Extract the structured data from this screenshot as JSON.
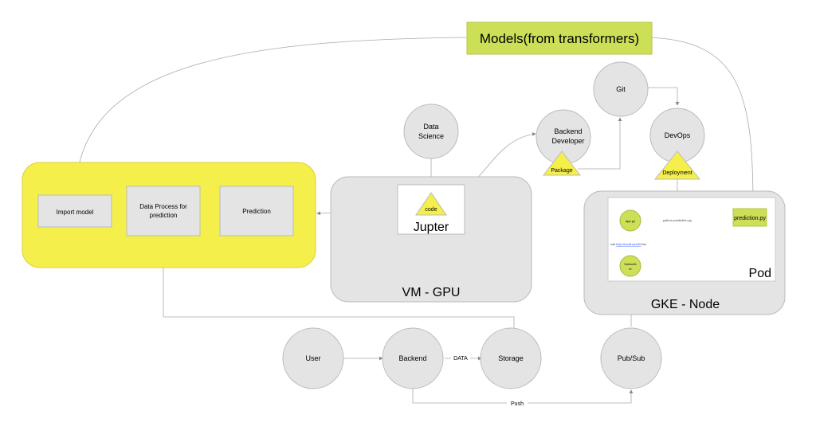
{
  "models": "Models(from transformers)",
  "yellow_group": {
    "import": "Import model",
    "process1": "Data Process for",
    "process2": "prediction",
    "prediction": "Prediction"
  },
  "vm": {
    "label": "VM - GPU",
    "jupyter": "Jupter",
    "code": "code"
  },
  "data_science": {
    "l1": "Data",
    "l2": "Science"
  },
  "backend_dev": {
    "l1": "Backend",
    "l2": "Developer",
    "package": "Package"
  },
  "git": "Git",
  "devops": {
    "label": "DevOps",
    "deployment": "Deployment"
  },
  "gke": {
    "label": "GKE - Node",
    "pod": "Pod",
    "app": "app.py",
    "run": "python prediction.py",
    "prediction": "prediction.py",
    "call_prefix": "call ",
    "call_link": "http://localhost:80",
    "call_suffix": "/run",
    "sub1": "Subscrib",
    "sub2": "er"
  },
  "bottom": {
    "user": "User",
    "backend": "Backend",
    "data": "DATA",
    "storage": "Storage",
    "pubsub": "Pub/Sub",
    "push": "Push"
  },
  "colors": {
    "yellow": "#f5ef4c",
    "green": "#cddf57",
    "gray": "#e4e4e4",
    "line": "#999999"
  }
}
